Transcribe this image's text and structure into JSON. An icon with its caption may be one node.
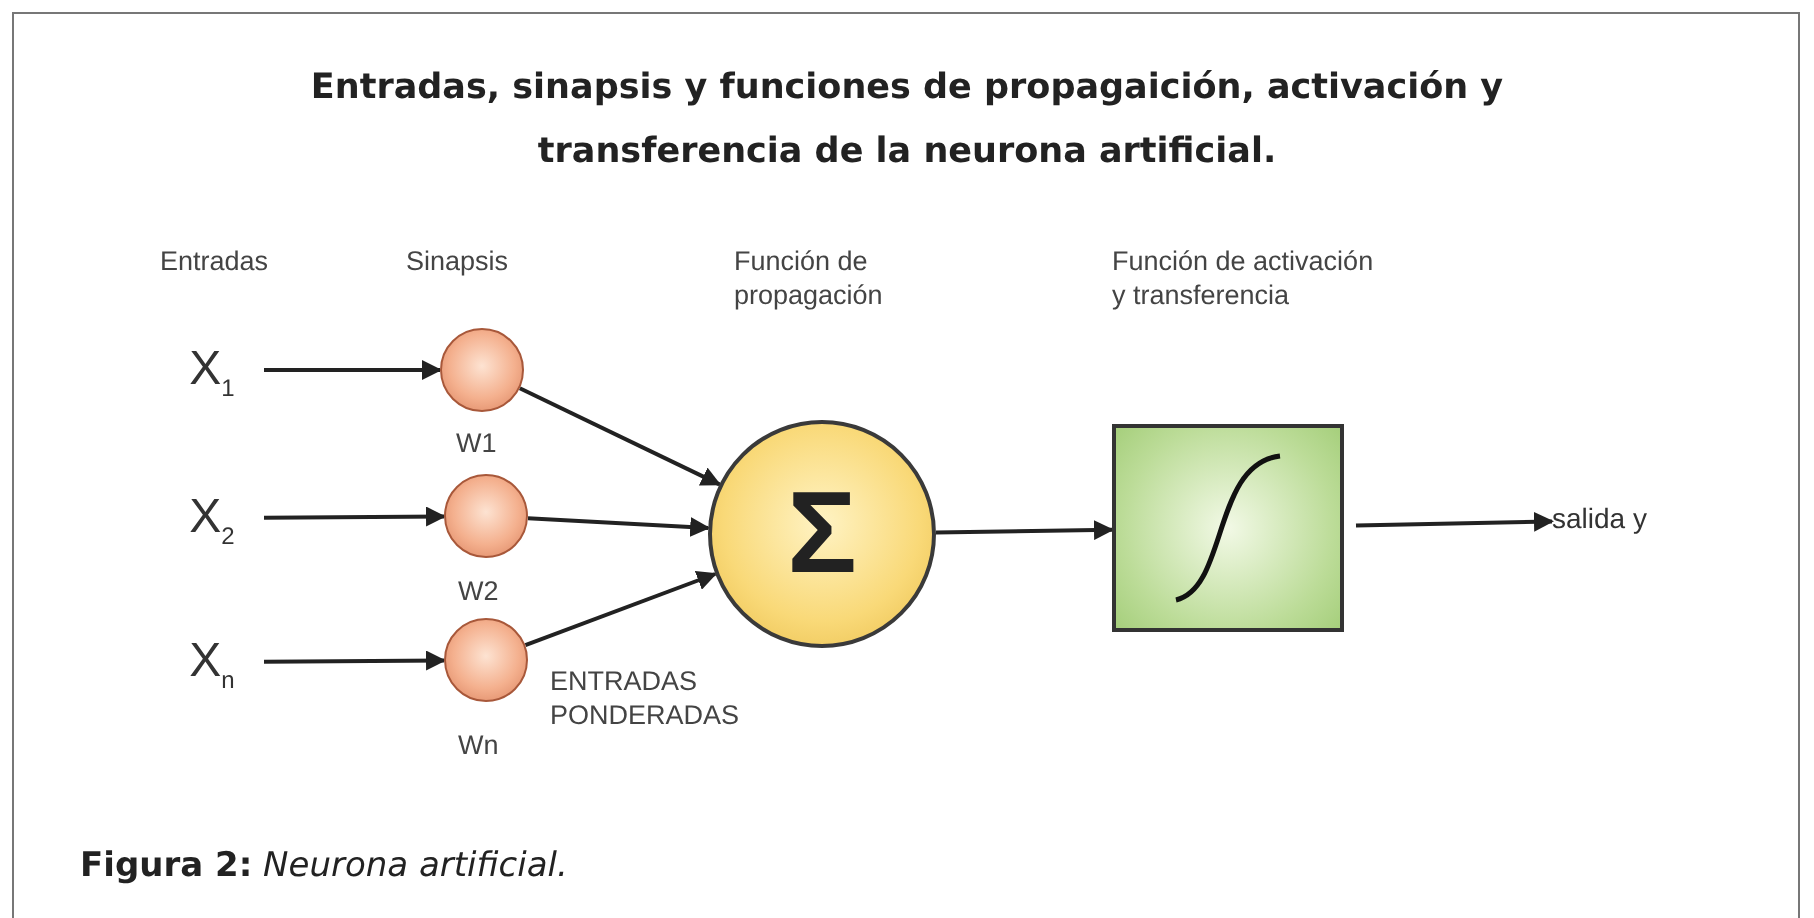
{
  "diagram": {
    "title": "Entradas, sinapsis y funciones de propagaición, activación y transferencia de la neurona artificial.",
    "caption": "**Figura 2:** *Neurona artificial.*",
    "nodes": [
      {
        "text": [
          "X$_{1}$"
        ]
      },
      {
        "text": [
          "X$_{2}$"
        ]
      },
      {
        "text": [
          "X$_{n}$"
        ]
      },
      {
        "text": [],
        "shape": "circle",
        "beside": [
          "W1"
        ]
      },
      {
        "text": [],
        "shape": "circle",
        "beside": [
          "W2"
        ]
      },
      {
        "text": [],
        "shape": "circle",
        "beside": [
          "Wn"
        ]
      },
      {
        "text": [
          "Σ"
        ]
      },
      {
        "text": [],
        "shape": "box"
      },
      {
        "text": [
          "salida y"
        ]
      }
    ],
    "edges": [
      {
        "from": 0,
        "to": 3,
        "arrow": "to"
      },
      {
        "from": 1,
        "to": 4,
        "arrow": "to"
      },
      {
        "from": 2,
        "to": 5,
        "arrow": "to"
      },
      {
        "from": 3,
        "to": 6,
        "arrow": "to"
      },
      {
        "from": 4,
        "to": 6,
        "arrow": "to"
      },
      {
        "from": 5,
        "to": 6,
        "arrow": "to"
      },
      {
        "from": 6,
        "to": 7,
        "arrow": "to"
      },
      {
        "from": 7,
        "to": 8,
        "arrow": "to"
      }
    ],
    "labels": [
      "Entradas",
      "Sinapsis",
      "Función de propagación",
      "Función de activación y transferencia",
      "ENTRADAS PONDERADAS"
    ]
  }
}
